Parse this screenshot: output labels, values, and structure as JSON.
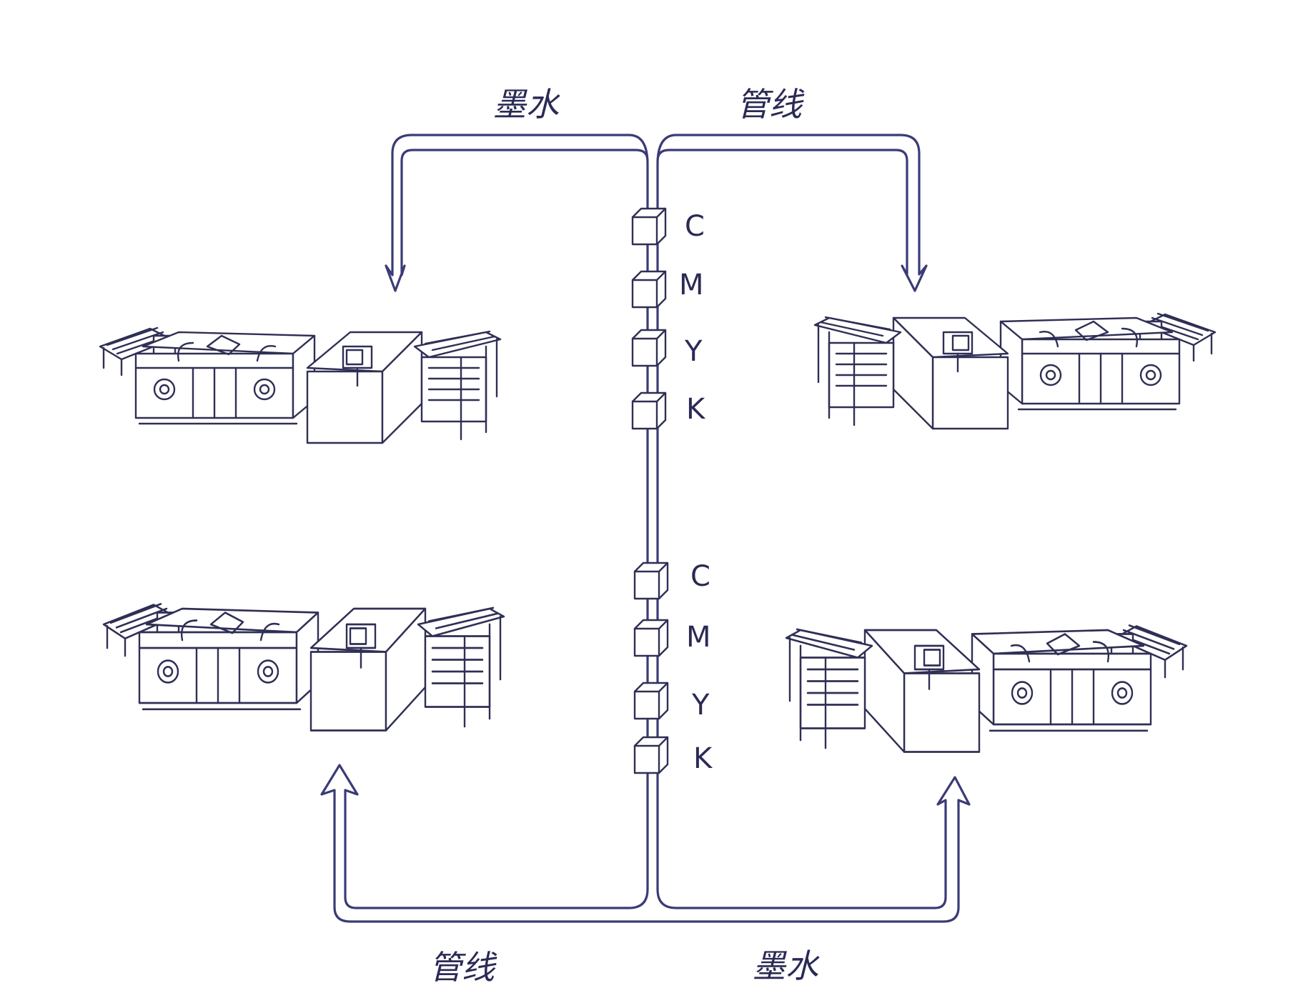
{
  "labels": {
    "top_left": "墨水",
    "top_right": "管线",
    "bottom_left": "管线",
    "bottom_right": "墨水"
  },
  "upper_ink_units": [
    "C",
    "M",
    "Y",
    "K"
  ],
  "lower_ink_units": [
    "C",
    "M",
    "Y",
    "K"
  ],
  "colors": {
    "line": "#3b3b78",
    "sketch": "#2f2f55"
  }
}
